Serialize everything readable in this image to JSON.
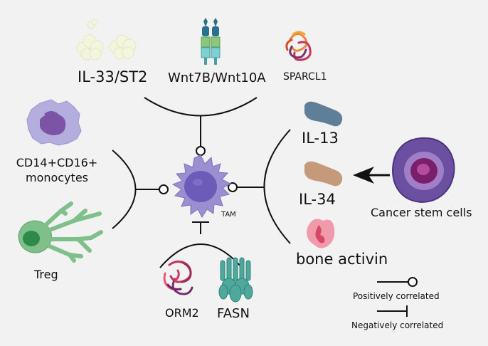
{
  "labels": {
    "il33_st2": "IL-33/ST2",
    "wnt": "Wnt7B/Wnt10A",
    "sparcl1": "SPARCL1",
    "cd14_line1": "CD14+CD16+",
    "cd14_line2": "monocytes",
    "treg": "Treg",
    "tam": "TAM",
    "orm2": "ORM2",
    "fasn": "FASN",
    "il13": "IL-13",
    "il34": "IL-34",
    "bone_activin": "bone activin",
    "cancer_stem_cells": "Cancer stem cells"
  },
  "legend": {
    "positive": "Positively correlated",
    "negative": "Negatively correlated"
  },
  "colors": {
    "background": "#f2f2f2",
    "tam_cell": "#9b8fd2",
    "tam_nucleus": "#6c5bb8",
    "monocyte_cell": "#b3aede",
    "monocyte_nucleus": "#7b54a6",
    "treg_cell": "#7fc08a",
    "treg_nucleus": "#2e8a48",
    "il13_blob": "#5f7f99",
    "il34_blob": "#c49a7a",
    "bone_activin": "#e86b83",
    "cancer_stem_outer": "#6b4fa0",
    "cancer_stem_nucleus": "#7a1f6a",
    "wnt_receptor": "#2b6f8e",
    "il33_cloud": "#f3f5dc"
  }
}
